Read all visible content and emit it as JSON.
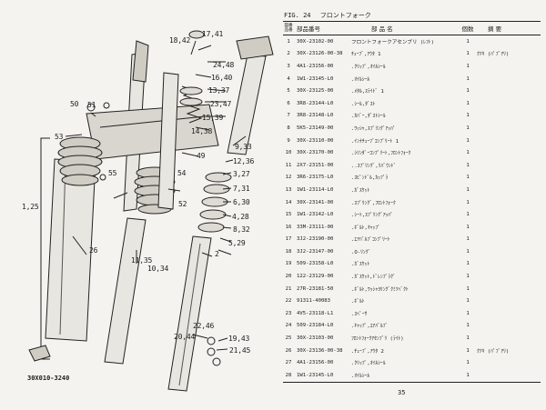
{
  "figure": {
    "number": "FIG. 24",
    "title": "フロントフォーク"
  },
  "table": {
    "headers": {
      "ref": "図番\n品番",
      "part_no": "部品番号",
      "part_name": "部 品 名",
      "qty": "個数",
      "remarks": "摘 要"
    },
    "rows": [
      {
        "ref": "1",
        "part_no": "30X-23102-00",
        "name": "フロントフォークアセンブリ (ﾚﾌﾄ)",
        "qty": "1",
        "remark": ""
      },
      {
        "ref": "2",
        "part_no": "30X-23126-00-38",
        "name": "ﾁｭｰﾌﾞ,ｱｳﾀ 1",
        "qty": "1",
        "remark": "ｸﾂｷ (ﾊﾟﾌﾞｱﾘ)"
      },
      {
        "ref": "3",
        "part_no": "4A1-23156-00",
        "name": ".ｸﾘｯﾌﾟ,ｵｲﾙｼｰﾙ",
        "qty": "1",
        "remark": ""
      },
      {
        "ref": "4",
        "part_no": "1W1-23145-L0",
        "name": ".ｵｲﾙｼｰﾙ",
        "qty": "1",
        "remark": ""
      },
      {
        "ref": "5",
        "part_no": "30X-23125-00",
        "name": ".ﾒﾀﾙ,ｽﾗｲﾄﾞ 1",
        "qty": "1",
        "remark": ""
      },
      {
        "ref": "6",
        "part_no": "3R8-23144-L0",
        "name": ".ｼｰﾙ,ﾀﾞｽﾄ",
        "qty": "1",
        "remark": ""
      },
      {
        "ref": "7",
        "part_no": "3R8-23148-L0",
        "name": ".ｶﾊﾞｰ,ﾀﾞｽﾄｼｰﾙ",
        "qty": "1",
        "remark": ""
      },
      {
        "ref": "8",
        "part_no": "5K5-23149-00",
        "name": ".ﾜｯｼｬ,ｽﾌﾟﾘﾝｸﾞｱｯﾊﾟ",
        "qty": "1",
        "remark": ""
      },
      {
        "ref": "9",
        "part_no": "30X-23110-00",
        "name": ".ｲﾝﾅﾁｭｰﾌﾞｺﾝﾌﾟﾘｰﾄ 1",
        "qty": "1",
        "remark": ""
      },
      {
        "ref": "10",
        "part_no": "30X-23170-00",
        "name": ".ｼﾘﾝﾀﾞｰｺﾝﾌﾟﾘｰﾄ,ﾌﾛﾝﾄﾌｫｰｸ",
        "qty": "1",
        "remark": ""
      },
      {
        "ref": "11",
        "part_no": "2X7-23151-00",
        "name": "..ｽﾌﾟﾘﾝｸﾞ,ﾘﾊﾞｳﾝﾄﾞ",
        "qty": "1",
        "remark": ""
      },
      {
        "ref": "12",
        "part_no": "3R6-23175-L0",
        "name": ".ｽﾋﾟﾝﾄﾞﾙ,ｶｯﾌﾟﾗ",
        "qty": "1",
        "remark": ""
      },
      {
        "ref": "13",
        "part_no": "1W1-23114-L0",
        "name": ".ｶﾞｽｹｯﾄ",
        "qty": "1",
        "remark": ""
      },
      {
        "ref": "14",
        "part_no": "30X-23141-00",
        "name": ".ｽﾌﾟﾘﾝｸﾞ,ﾌﾛﾝﾄﾌｫｰｸ",
        "qty": "1",
        "remark": ""
      },
      {
        "ref": "15",
        "part_no": "1W1-23142-L0",
        "name": ".ｼｰﾄ,ｽﾌﾟﾘﾝｸﾞｱｯﾊﾟ",
        "qty": "1",
        "remark": ""
      },
      {
        "ref": "16",
        "part_no": "33M-23111-00",
        "name": ".ﾎﾞﾙﾄ,ｷｬｯﾌﾟ",
        "qty": "1",
        "remark": ""
      },
      {
        "ref": "17",
        "part_no": "3J2-23190-00",
        "name": ".ｴｱﾊﾞﾙﾌﾞｺﾝﾌﾟﾘｰﾄ",
        "qty": "1",
        "remark": ""
      },
      {
        "ref": "18",
        "part_no": "3J2-23147-00",
        "name": ".O-ﾘﾝｸﾞ",
        "qty": "1",
        "remark": ""
      },
      {
        "ref": "19",
        "part_no": "509-23158-L0",
        "name": ".ｶﾞｽｹｯﾄ",
        "qty": "1",
        "remark": ""
      },
      {
        "ref": "20",
        "part_no": "122-23129-00",
        "name": ".ｶﾞｽｹｯﾄ,ﾄﾞﾚﾝﾌﾟﾗｸﾞ",
        "qty": "1",
        "remark": ""
      },
      {
        "ref": "21",
        "part_no": "27R-23181-50",
        "name": ".ﾎﾞﾙﾄ,ﾜｯｼｬﾖﾘﾝｸﾞｸﾐﾂﾍﾞｸﾄ",
        "qty": "1",
        "remark": ""
      },
      {
        "ref": "22",
        "part_no": "91311-40083",
        "name": ".ﾎﾞﾙﾄ",
        "qty": "1",
        "remark": ""
      },
      {
        "ref": "23",
        "part_no": "4V5-23118-L1",
        "name": ".ｽﾍﾟｰｻ",
        "qty": "1",
        "remark": ""
      },
      {
        "ref": "24",
        "part_no": "509-23184-L0",
        "name": ".ｷｬｯﾌﾟ,ｴｱﾊﾞﾙﾌﾞ",
        "qty": "1",
        "remark": ""
      },
      {
        "ref": "25",
        "part_no": "30X-23103-00",
        "name": "ﾌﾛﾝﾄﾌｫｰｸｱｾﾝﾌﾞﾘ (ﾗｲﾄ)",
        "qty": "1",
        "remark": ""
      },
      {
        "ref": "26",
        "part_no": "30X-23136-00-38",
        "name": ".ﾁｭｰﾌﾞ,ｱｳﾀ 2",
        "qty": "1",
        "remark": "ｸﾂｷ (ﾊﾟﾌﾞｱﾘ)"
      },
      {
        "ref": "27",
        "part_no": "4A1-23156-00",
        "name": ".ｸﾘｯﾌﾟ,ｵｲﾙｼｰﾙ",
        "qty": "1",
        "remark": ""
      },
      {
        "ref": "28",
        "part_no": "1W1-23145-L0",
        "name": ".ｵｲﾙｼｰﾙ",
        "qty": "1",
        "remark": ""
      }
    ]
  },
  "diagram": {
    "code": "30X010-3240",
    "callouts": [
      "18,42",
      "17,41",
      "24,48",
      "16,40",
      "13,37",
      "23,47",
      "15,39",
      "14,38",
      "50",
      "51",
      "53",
      "49",
      "9,33",
      "12,36",
      "3,27",
      "55",
      "54",
      "7,31",
      "1,25",
      "52",
      "6,30",
      "4,28",
      "8,32",
      "5,29",
      "2",
      "26",
      "11,35",
      "10,34",
      "22,46",
      "20,44",
      "19,43",
      "21,45"
    ]
  },
  "page_number": "35"
}
